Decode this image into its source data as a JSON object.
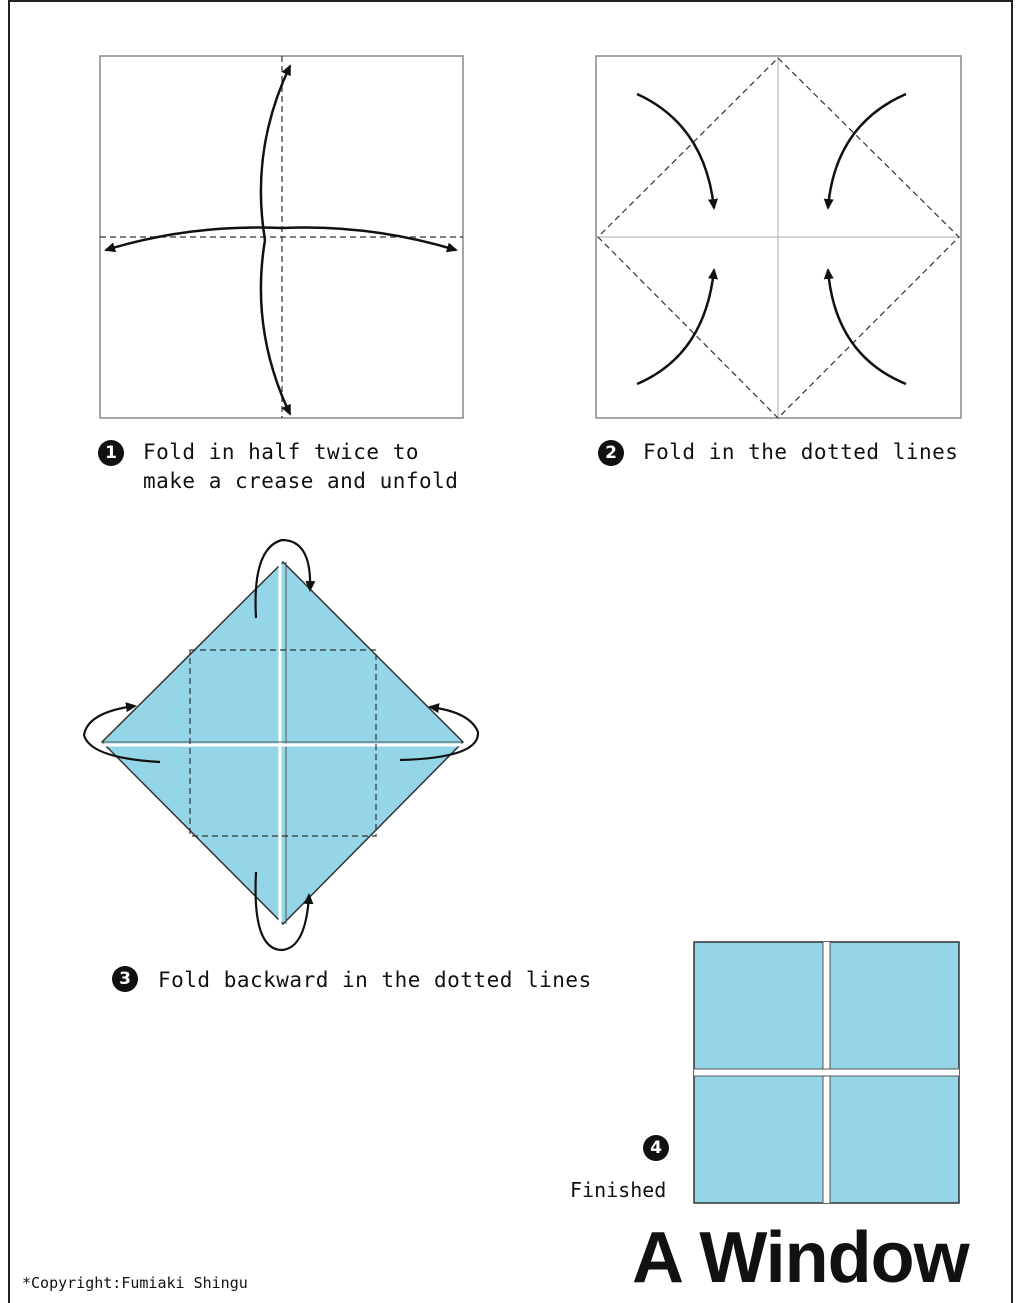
{
  "steps": [
    {
      "number": "1",
      "caption": "Fold in half twice to\nmake a crease and unfold"
    },
    {
      "number": "2",
      "caption": "Fold in the dotted lines"
    },
    {
      "number": "3",
      "caption": "Fold backward in the dotted lines"
    },
    {
      "number": "4",
      "caption": "Finished"
    }
  ],
  "title": "A Window",
  "copyright": "*Copyright:Fumiaki Shingu",
  "colors": {
    "paper": "#94d6e8",
    "line": "#222222",
    "crease": "#999999"
  }
}
